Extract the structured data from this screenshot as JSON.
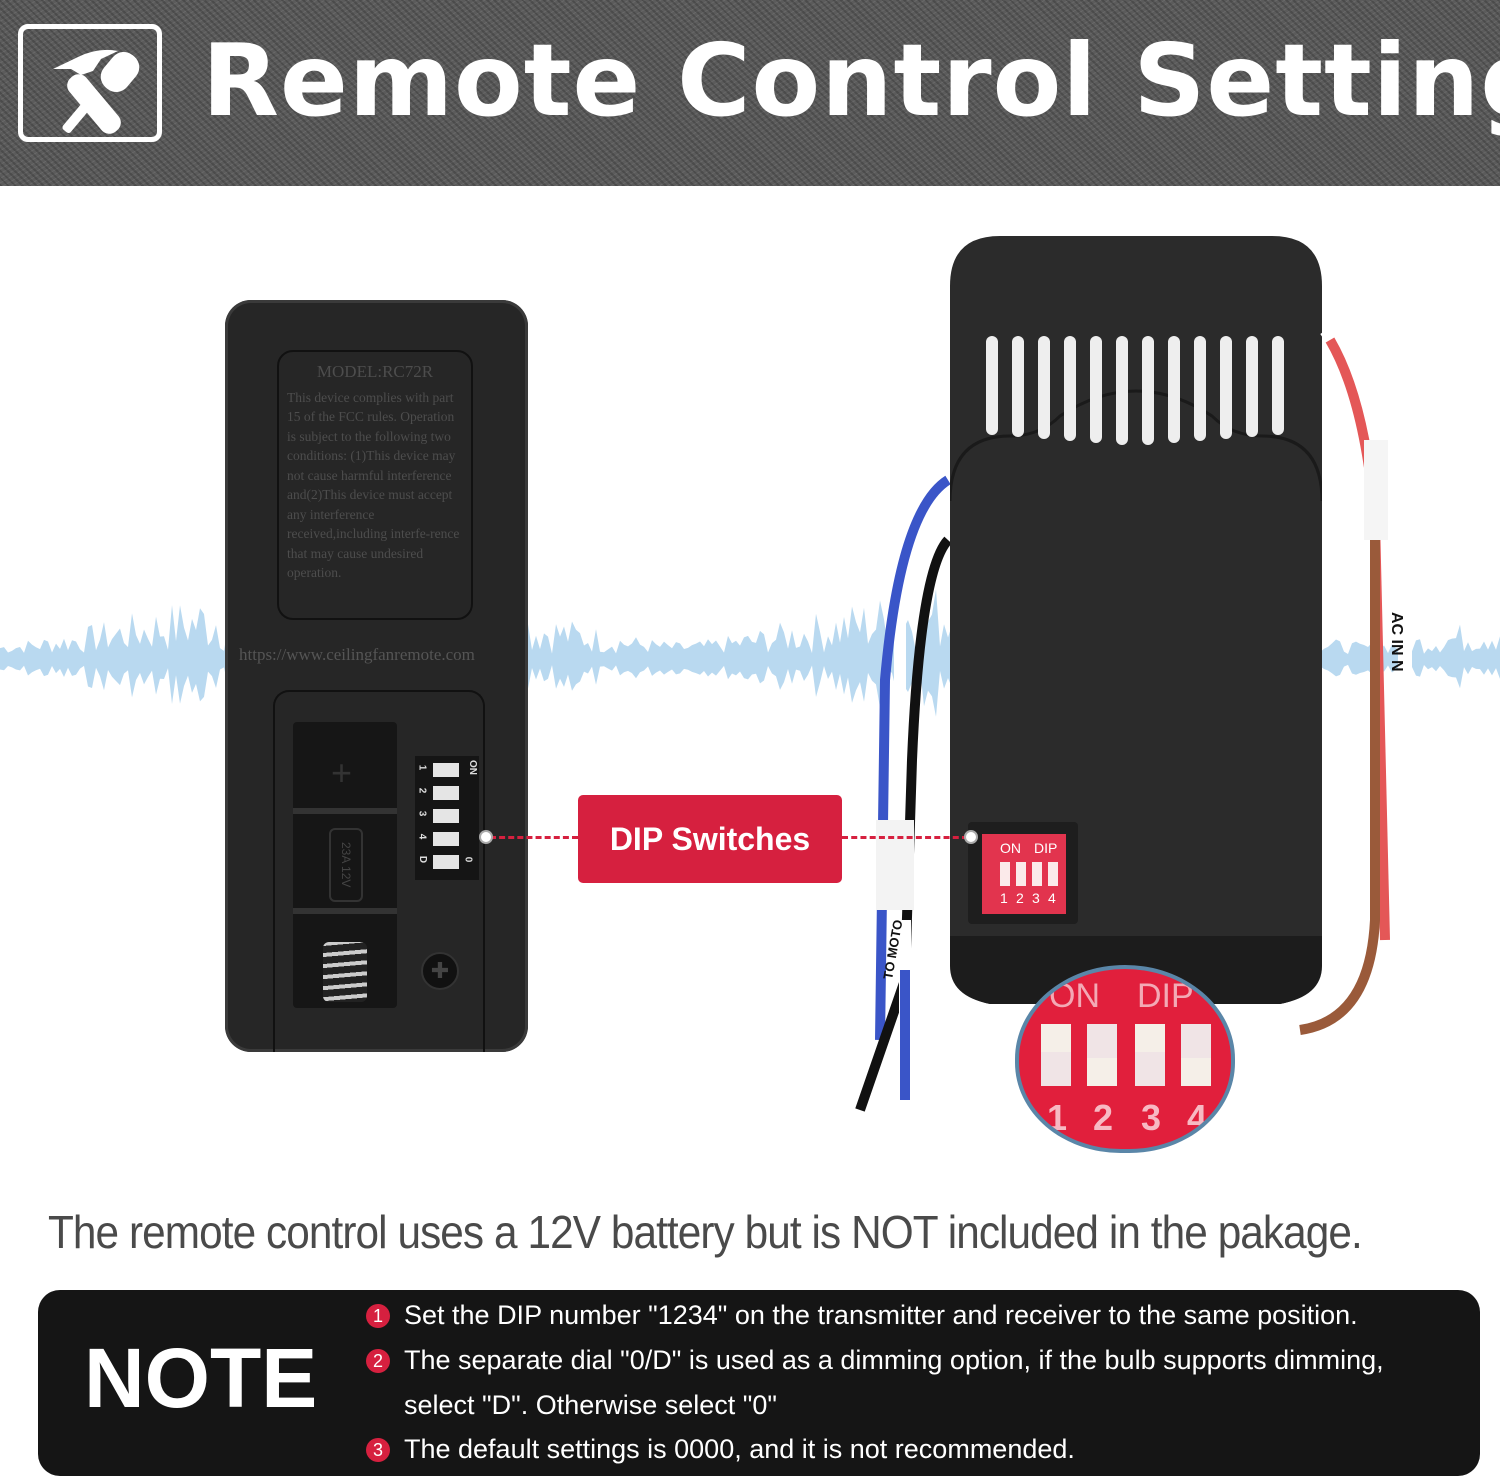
{
  "header": {
    "title": "Remote Control Setting",
    "icon": "hammer-screwdriver-icon"
  },
  "remote": {
    "model": "MODEL:RC72R",
    "fcc_text": "This device complies with part 15 of the FCC rules. Operation is subject to the following two conditions: (1)This device may not cause harmful interference and(2)This device must accept any interference received,including interfe-rence that may cause undesired operation.",
    "url": "https://www.ceilingfanremote.com",
    "battery_label": "23A 12V",
    "battery_plus": "+",
    "dip_numbers": [
      "1",
      "2",
      "3",
      "4",
      "D"
    ],
    "dip_on": "ON",
    "dip_zero": "0"
  },
  "callout": {
    "label": "DIP Switches",
    "color": "#d6203f"
  },
  "receiver": {
    "dip_on": "ON",
    "dip_label": "DIP",
    "dip_numbers": [
      "1",
      "2",
      "3",
      "4"
    ],
    "wire_label_right": "AC IN N",
    "wire_label_left": "TO MOTO"
  },
  "caption": "The remote control uses a 12V battery but is NOT included in the pakage.",
  "note": {
    "title": "NOTE",
    "items": [
      {
        "num": "1",
        "text": "Set the DIP number \"1234\" on the transmitter and receiver to the same position."
      },
      {
        "num": "2",
        "text": "The separate dial \"0/D\" is used as a dimming option, if the bulb supports dimming,",
        "text2": "select \"D\". Otherwise select \"0\""
      },
      {
        "num": "3",
        "text": "The default settings is 0000, and it is not recommended."
      }
    ]
  },
  "colors": {
    "accent": "#d6203f",
    "wave": "#b9d9f0",
    "header_bg": "#5b5b5b"
  }
}
